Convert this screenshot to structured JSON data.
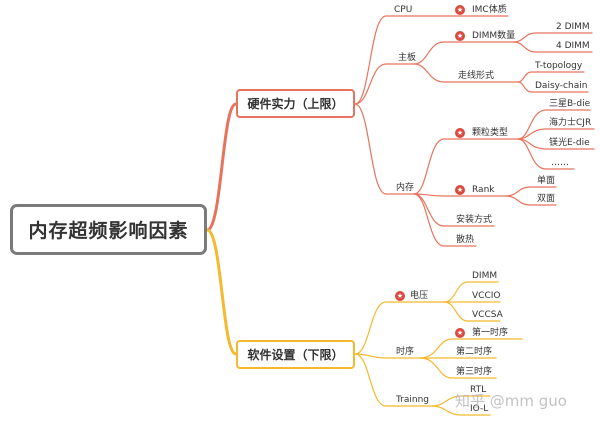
{
  "colors": {
    "hardware": "#e8735d",
    "software": "#f5b82e",
    "root_border": "#7a7a7a",
    "marker": "#d94a3e"
  },
  "root": "内存超频影响因素",
  "hardware": {
    "title": "硬件实力（上限）",
    "cpu": {
      "label": "CPU",
      "child": "IMC体质"
    },
    "board": {
      "label": "主板",
      "dimm_count": {
        "label": "DIMM数量",
        "children": [
          "2 DIMM",
          "4 DIMM"
        ]
      },
      "topology": {
        "label": "走线形式",
        "children": [
          "T-topology",
          "Daisy-chain"
        ]
      }
    },
    "memory": {
      "label": "内存",
      "die": {
        "label": "颗粒类型",
        "children": [
          "三星B-die",
          "海力士CJR",
          "镁光E-die",
          "……"
        ]
      },
      "rank": {
        "label": "Rank",
        "children": [
          "单面",
          "双面"
        ]
      },
      "install": "安装方式",
      "cooling": "散热"
    }
  },
  "software": {
    "title": "软件设置（下限）",
    "voltage": {
      "label": "电压",
      "children": [
        "DIMM",
        "VCCIO",
        "VCCSA"
      ]
    },
    "timing": {
      "label": "时序",
      "children": [
        "第一时序",
        "第二时序",
        "第三时序"
      ]
    },
    "training": {
      "label": "Trainng",
      "children": [
        "RTL",
        "IO-L"
      ]
    }
  },
  "watermark": "知乎 @mm guo"
}
